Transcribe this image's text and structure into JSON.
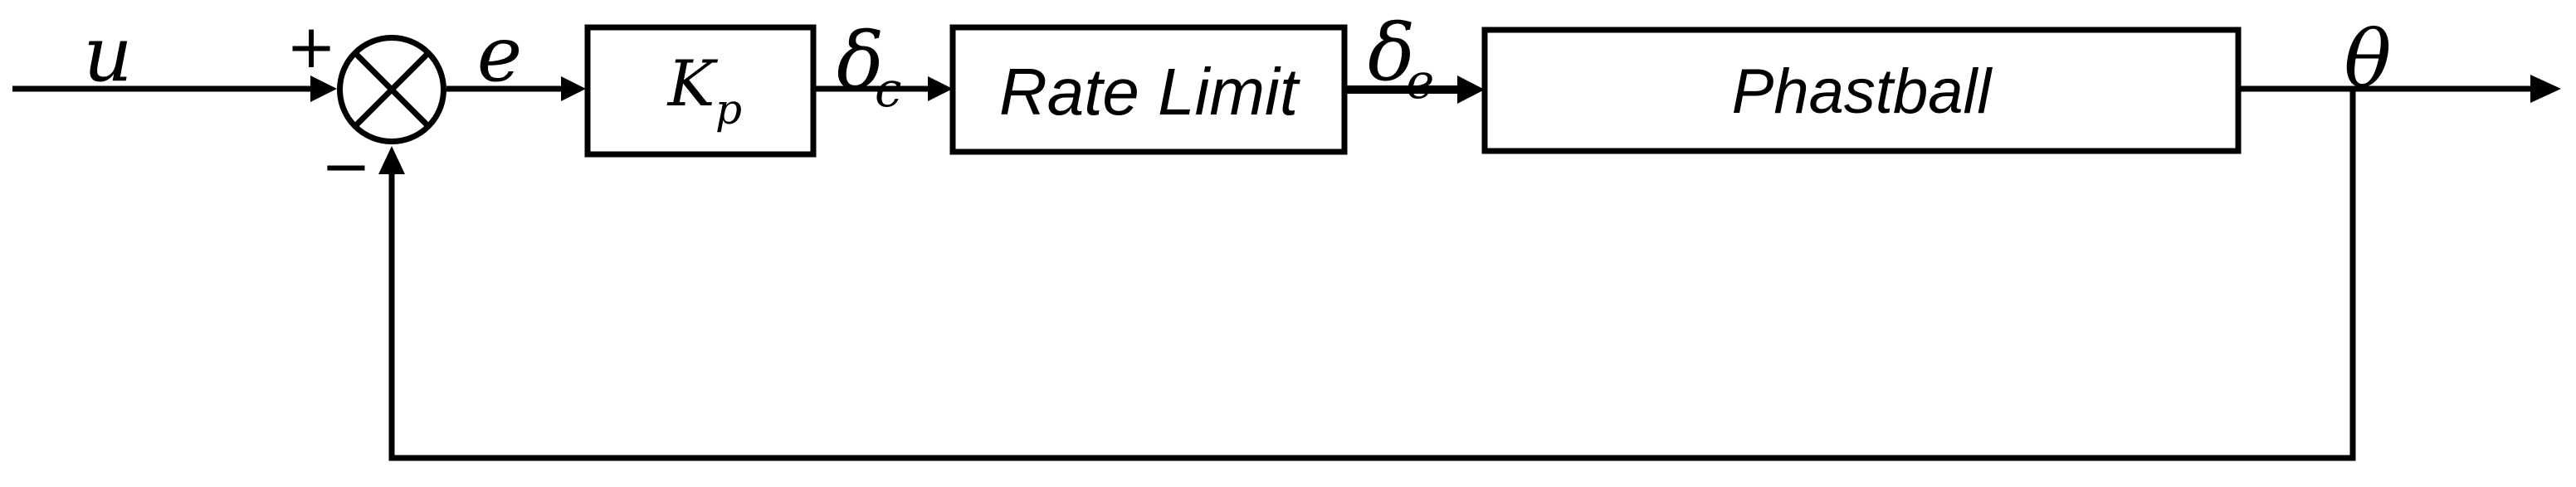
{
  "diagram": {
    "colors": {
      "line": "#000000",
      "background": "#ffffff",
      "box_fill": "#ffffff"
    },
    "summing_junction": {
      "plus_label": "+",
      "minus_label": "−"
    },
    "signals": {
      "input": "u",
      "error": "e",
      "delta_c": {
        "base": "δ",
        "sub": "c"
      },
      "delta_e": {
        "base": "δ",
        "sub": "e"
      },
      "output": "θ"
    },
    "blocks": {
      "gain": {
        "base": "K",
        "sub": "p"
      },
      "rate_limit": "Rate Limit",
      "plant": "Phastball"
    }
  }
}
